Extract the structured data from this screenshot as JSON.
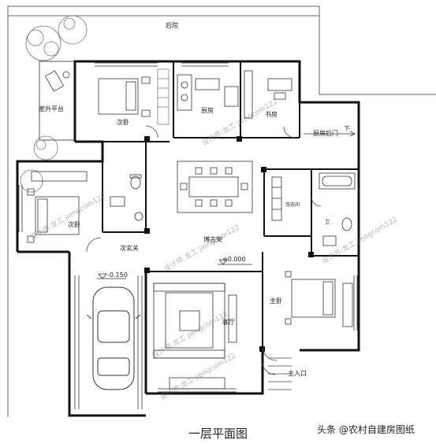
{
  "rooms": {
    "backyard": "后院",
    "outdoor_platform": "室外平台",
    "bedroom_nw": "次卧",
    "kitchen": "厨房",
    "study": "书房",
    "kitchen_back_door": "厨房后门",
    "down_arrow": "下",
    "bedroom_w": "次卧",
    "laundry": "洗衣间",
    "bathroom": "卫",
    "hallway": "次玄关",
    "display_shelf": "博古架",
    "elevation_main": "±0.000",
    "elevation_garage": "-0.150",
    "master_bedroom": "主卧",
    "living_room": "客厅",
    "main_entrance": "主入口"
  },
  "watermarks": {
    "w1": "设计师:龙工 jiengcom122",
    "w2": "设计师:龙工 jiengcom122",
    "w3": "设计师:龙工 jiengcom122",
    "w4": "设计师:龙工 jiengcom122",
    "w5": "设计师:龙工 jiengcom122",
    "w6": "设计师:龙工 jiengcom122"
  },
  "caption": "一层平面图",
  "credit": "头条 @农村自建房图纸"
}
